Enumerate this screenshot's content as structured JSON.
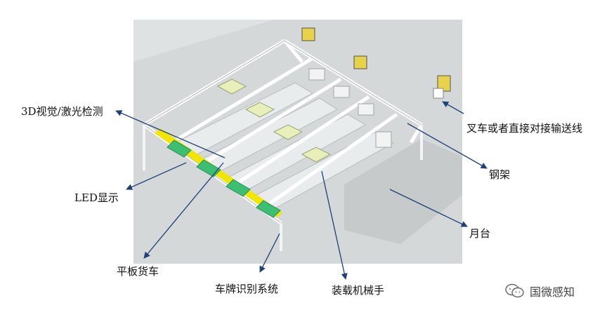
{
  "labels": {
    "vision": "3D视觉/激光检测",
    "led": "LED显示",
    "flatbed": "平板货车",
    "plate": "车牌识别系统",
    "arm": "装载机械手",
    "forklift": "叉车或者直接对接输送线",
    "steel": "钢架",
    "platform": "月台"
  },
  "watermark": {
    "text": "国微感知",
    "icon": "wechat-icon"
  },
  "colors": {
    "floor": "#d9dcdc",
    "dock": "#c8cccd",
    "frame": "#ffffff",
    "cargo": "#e8efb8",
    "led": "#f2e600",
    "equipment": "#3dbf73",
    "arrow": "#1f3f78"
  }
}
